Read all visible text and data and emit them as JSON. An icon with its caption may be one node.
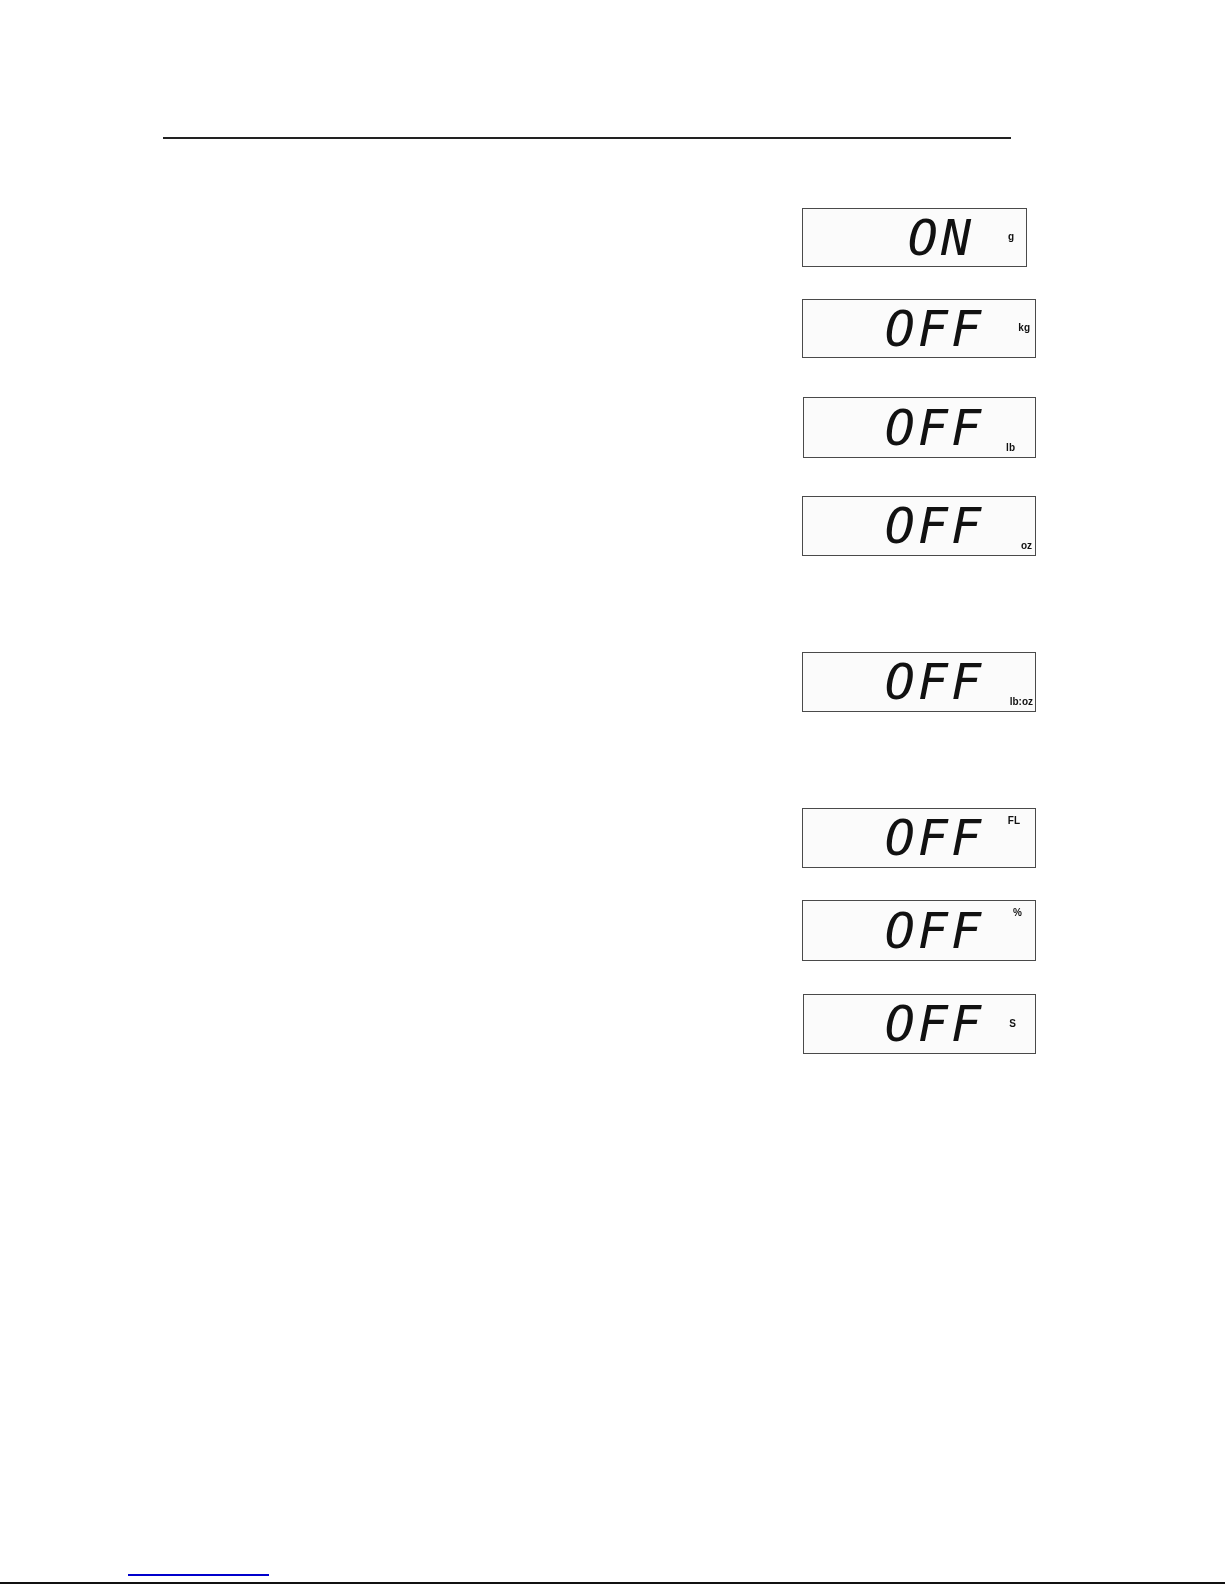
{
  "diagram": {
    "nodes": [
      {
        "text": [
          "ON",
          "g"
        ]
      },
      {
        "text": [
          "OFF",
          "kg"
        ]
      },
      {
        "text": [
          "OFF",
          "lb"
        ]
      },
      {
        "text": [
          "OFF",
          "oz"
        ]
      },
      {
        "text": [
          "OFF",
          "lb:oz"
        ]
      },
      {
        "text": [
          "OFF",
          "FL"
        ]
      },
      {
        "text": [
          "OFF",
          "%"
        ]
      },
      {
        "text": [
          "OFF",
          "S"
        ]
      }
    ]
  }
}
